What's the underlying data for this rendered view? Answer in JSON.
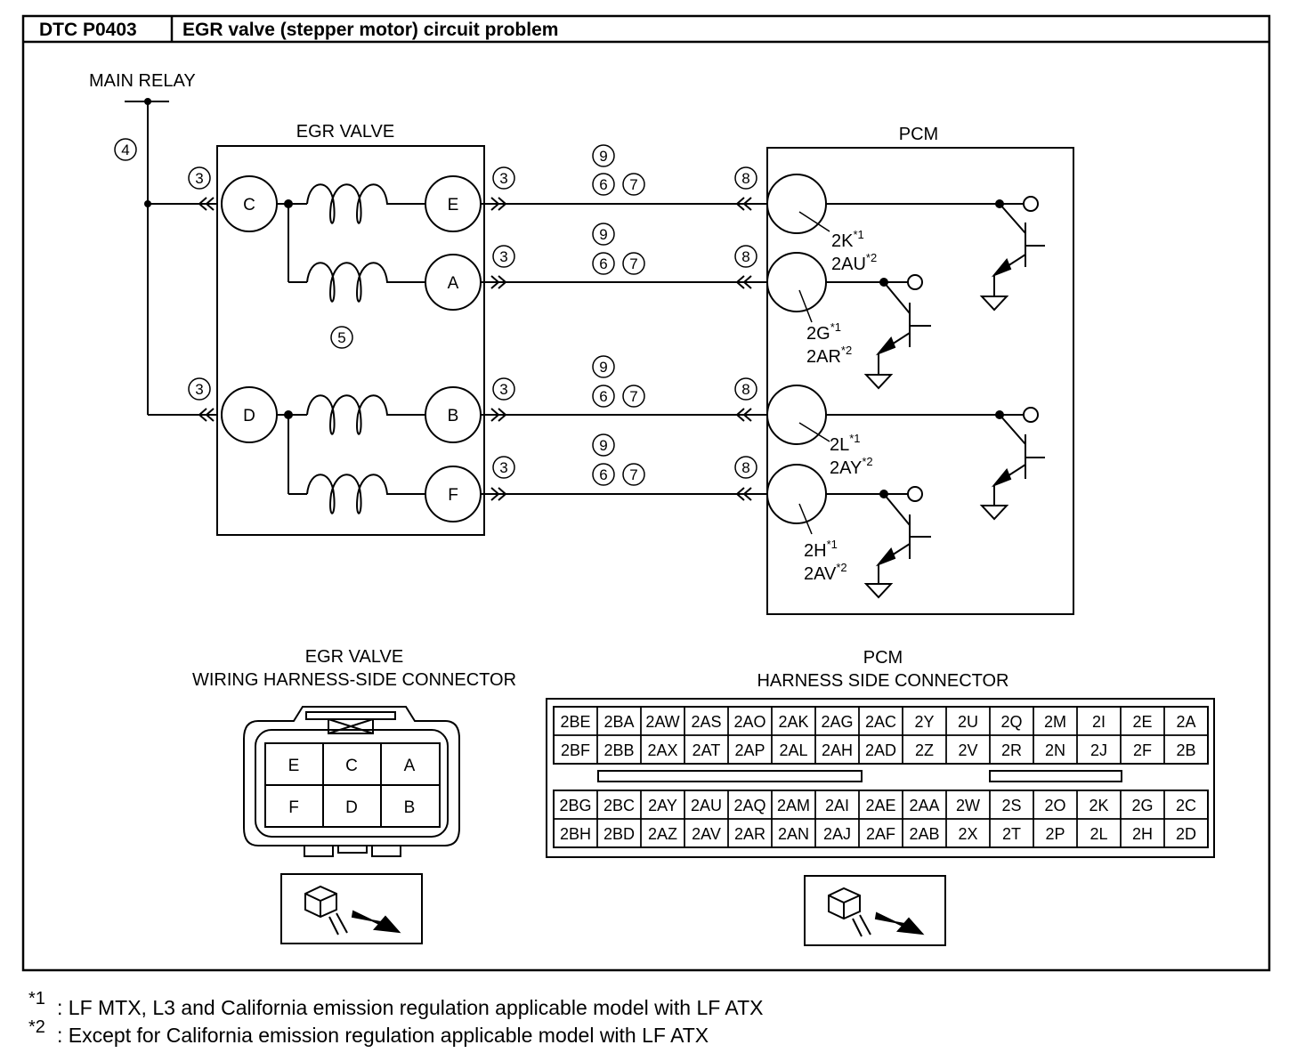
{
  "header": {
    "code": "DTC P0403",
    "title": "EGR valve (stepper motor) circuit problem"
  },
  "labels": {
    "main_relay": "MAIN RELAY",
    "egr_valve": "EGR VALVE",
    "pcm": "PCM",
    "egr_conn_line1": "EGR VALVE",
    "egr_conn_line2": "WIRING HARNESS-SIDE CONNECTOR",
    "pcm_conn_line1": "PCM",
    "pcm_conn_line2": "HARNESS SIDE CONNECTOR"
  },
  "circled": {
    "c3": "3",
    "c4": "4",
    "c5": "5",
    "c6": "6",
    "c7": "7",
    "c8": "8",
    "c9": "9"
  },
  "egr_pins": {
    "C": "C",
    "D": "D",
    "E": "E",
    "A": "A",
    "B": "B",
    "F": "F"
  },
  "pcm_pins": [
    {
      "a": "2K",
      "a_sup": "*1",
      "b": "2AU",
      "b_sup": "*2"
    },
    {
      "a": "2G",
      "a_sup": "*1",
      "b": "2AR",
      "b_sup": "*2"
    },
    {
      "a": "2L",
      "a_sup": "*1",
      "b": "2AY",
      "b_sup": "*2"
    },
    {
      "a": "2H",
      "a_sup": "*1",
      "b": "2AV",
      "b_sup": "*2"
    }
  ],
  "egr_connector_grid": [
    [
      "E",
      "C",
      "A"
    ],
    [
      "F",
      "D",
      "B"
    ]
  ],
  "pcm_connector_top": [
    [
      "2BE",
      "2BA",
      "2AW",
      "2AS",
      "2AO",
      "2AK",
      "2AG",
      "2AC",
      "2Y",
      "2U",
      "2Q",
      "2M",
      "2I",
      "2E",
      "2A"
    ],
    [
      "2BF",
      "2BB",
      "2AX",
      "2AT",
      "2AP",
      "2AL",
      "2AH",
      "2AD",
      "2Z",
      "2V",
      "2R",
      "2N",
      "2J",
      "2F",
      "2B"
    ]
  ],
  "pcm_connector_bottom": [
    [
      "2BG",
      "2BC",
      "2AY",
      "2AU",
      "2AQ",
      "2AM",
      "2AI",
      "2AE",
      "2AA",
      "2W",
      "2S",
      "2O",
      "2K",
      "2G",
      "2C"
    ],
    [
      "2BH",
      "2BD",
      "2AZ",
      "2AV",
      "2AR",
      "2AN",
      "2AJ",
      "2AF",
      "2AB",
      "2X",
      "2T",
      "2P",
      "2L",
      "2H",
      "2D"
    ]
  ],
  "footnotes": [
    {
      "mark": "*1",
      "text": ": LF MTX, L3 and California emission regulation applicable model with LF ATX"
    },
    {
      "mark": "*2",
      "text": ": Except for California emission regulation applicable model with LF ATX"
    }
  ]
}
